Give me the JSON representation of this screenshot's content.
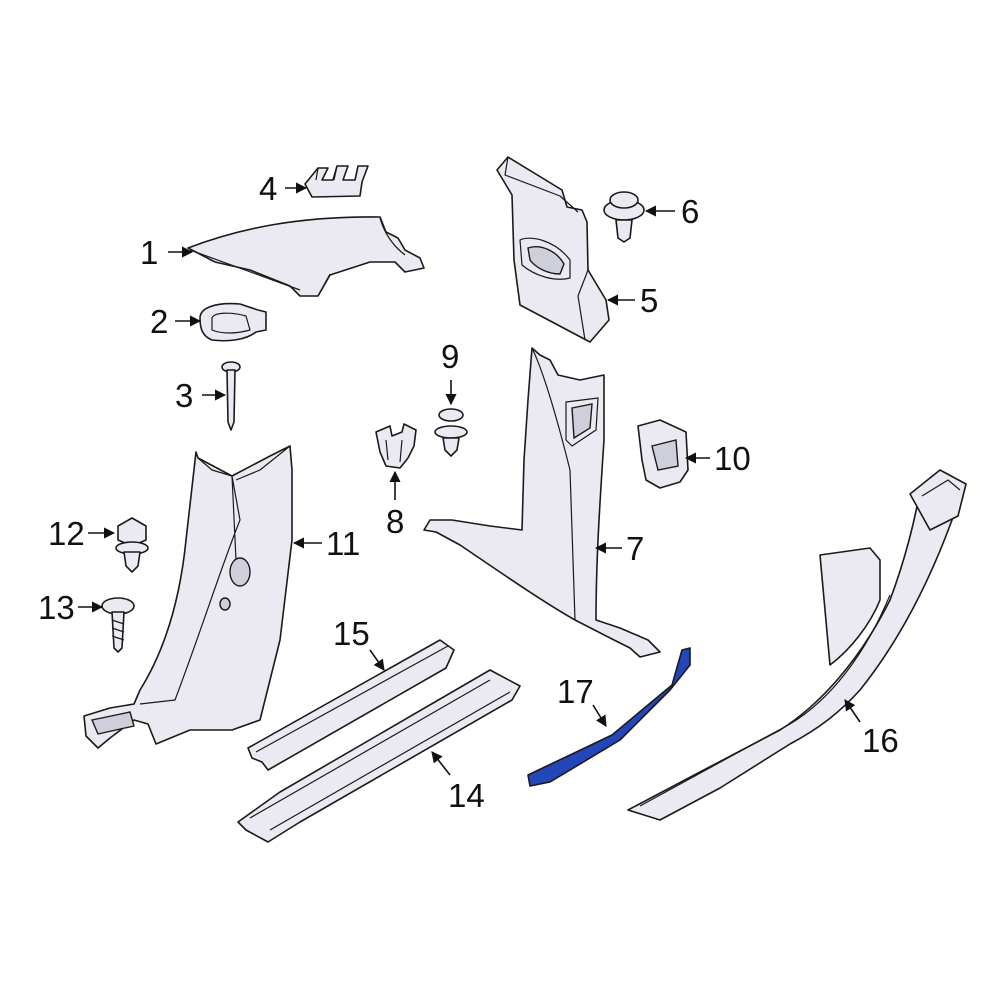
{
  "highlight_color": "#2347b8",
  "parts": [
    {
      "id": "1",
      "label": "1"
    },
    {
      "id": "2",
      "label": "2"
    },
    {
      "id": "3",
      "label": "3"
    },
    {
      "id": "4",
      "label": "4"
    },
    {
      "id": "5",
      "label": "5"
    },
    {
      "id": "6",
      "label": "6"
    },
    {
      "id": "7",
      "label": "7"
    },
    {
      "id": "8",
      "label": "8"
    },
    {
      "id": "9",
      "label": "9"
    },
    {
      "id": "10",
      "label": "10"
    },
    {
      "id": "11",
      "label": "11"
    },
    {
      "id": "12",
      "label": "12"
    },
    {
      "id": "13",
      "label": "13"
    },
    {
      "id": "14",
      "label": "14"
    },
    {
      "id": "15",
      "label": "15"
    },
    {
      "id": "16",
      "label": "16"
    },
    {
      "id": "17",
      "label": "17",
      "highlighted": true
    }
  ]
}
